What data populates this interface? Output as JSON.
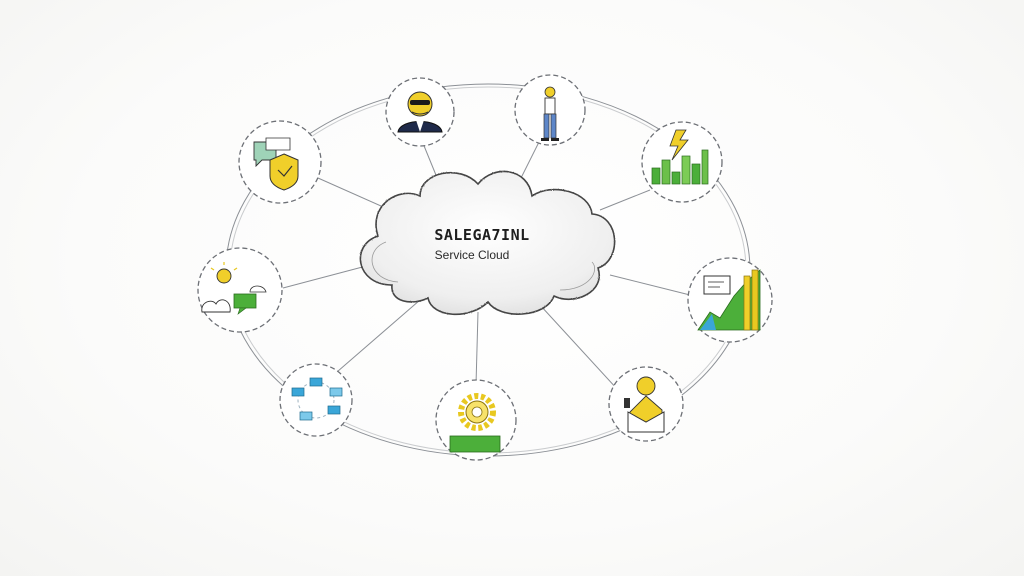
{
  "cloud": {
    "title": "SALEGA7INL",
    "subtitle": "Service Cloud"
  },
  "colors": {
    "ring": "#6d7076",
    "connector": "#8c9096",
    "cloud_fill": "#f2f2f2",
    "accent_yellow": "#e8c820",
    "accent_green": "#4caf3a",
    "accent_blue": "#3aa6d8",
    "accent_navy": "#1f2a4a"
  },
  "nodes": [
    {
      "id": "agent",
      "icon": "support-agent-icon"
    },
    {
      "id": "customer",
      "icon": "standing-person-icon"
    },
    {
      "id": "analytics",
      "icon": "bar-chart-lightning-icon"
    },
    {
      "id": "reports",
      "icon": "report-chart-icon"
    },
    {
      "id": "knowledge",
      "icon": "person-reading-icon"
    },
    {
      "id": "automation",
      "icon": "gear-icon"
    },
    {
      "id": "workflow",
      "icon": "cycle-workflow-icon"
    },
    {
      "id": "ideas",
      "icon": "idea-chat-icon"
    },
    {
      "id": "security",
      "icon": "chat-shield-icon"
    }
  ]
}
